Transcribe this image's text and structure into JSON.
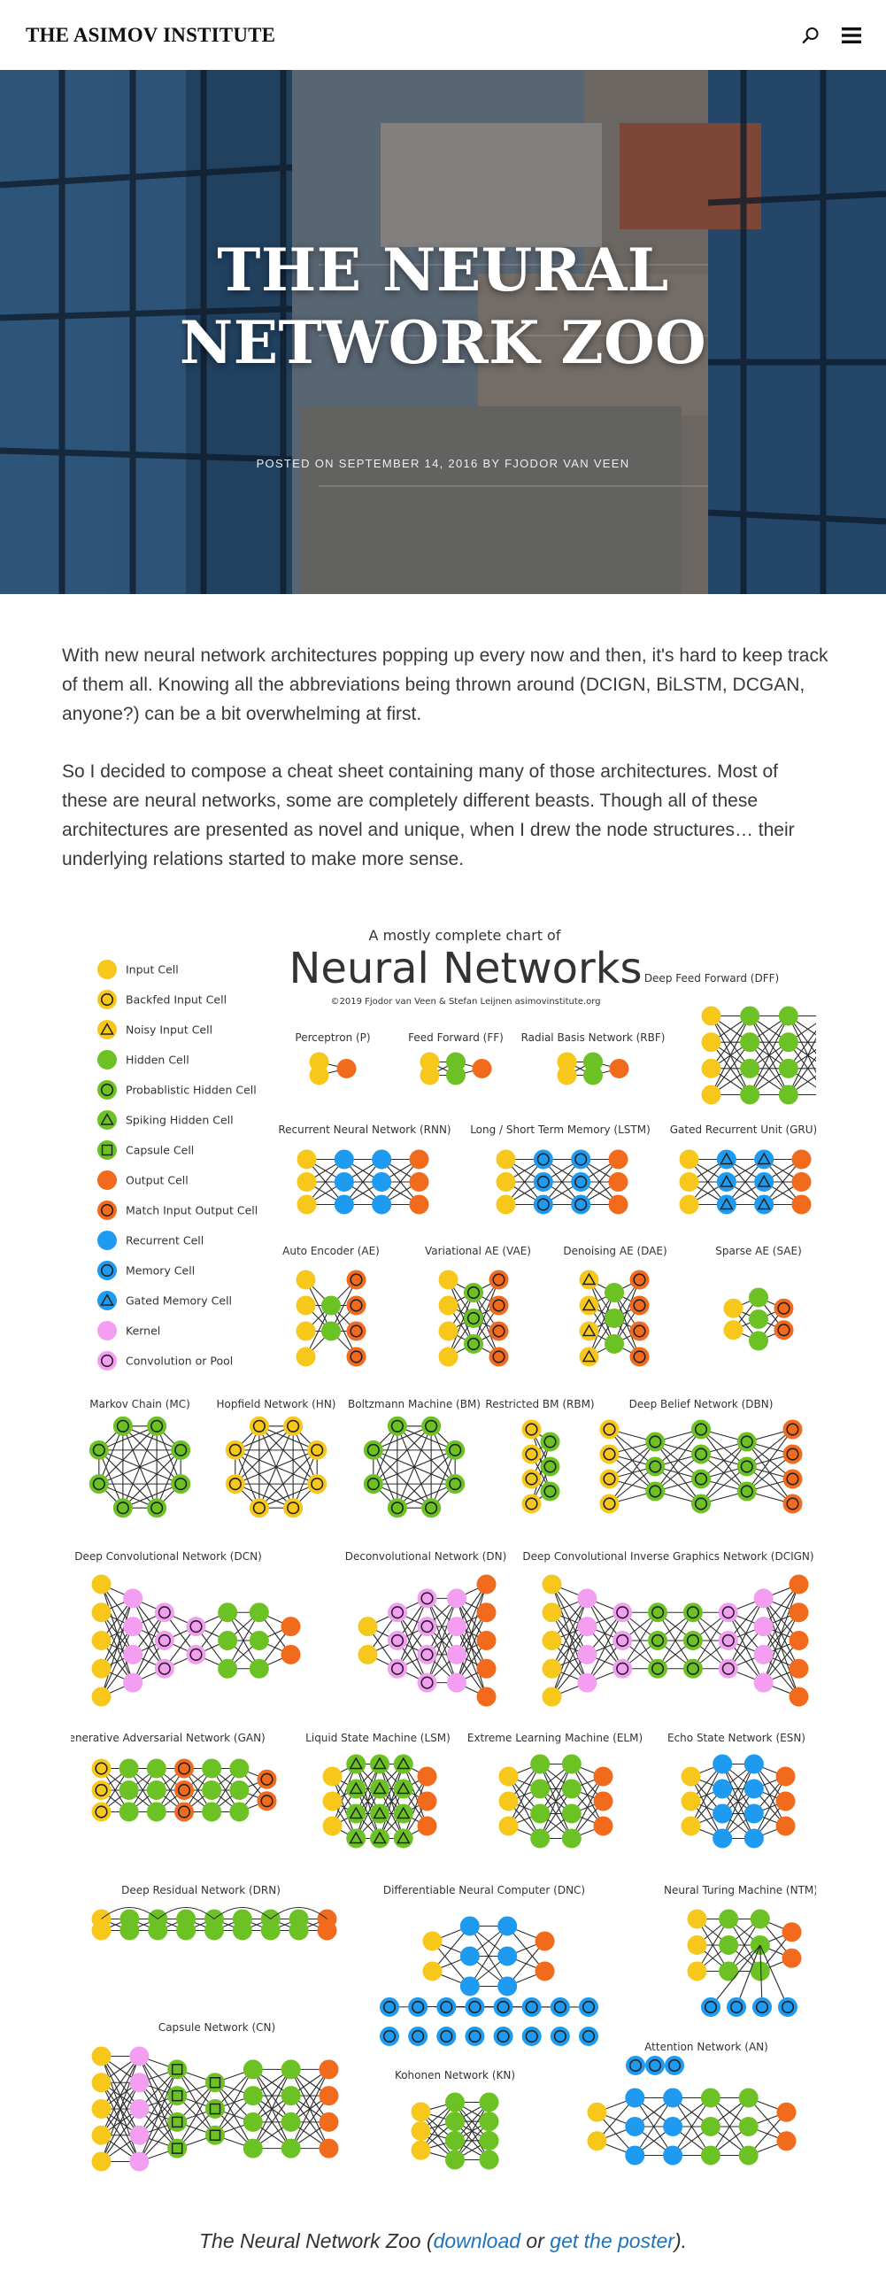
{
  "header": {
    "site_title": "THE ASIMOV INSTITUTE",
    "icons": [
      "search-icon",
      "menu-icon"
    ]
  },
  "hero": {
    "title": "THE NEURAL NETWORK ZOO",
    "meta": "POSTED ON SEPTEMBER 14, 2016 BY FJODOR VAN VEEN"
  },
  "article": {
    "paragraphs": [
      "With new neural network architectures popping up every now and then, it's hard to keep track of them all. Knowing all the abbreviations being thrown around (DCIGN, BiLSTM, DCGAN, anyone?) can be a bit overwhelming at first.",
      "So I decided to compose a cheat sheet containing many of those architectures. Most of these are neural networks, some are completely different beasts. Though all of these architectures are presented as novel and unique, when I drew the node structures… their underlying relations started to make more sense."
    ]
  },
  "figure": {
    "subtitle": "A mostly complete chart of",
    "title": "Neural Networks",
    "credit": "©2019 Fjodor van Veen & Stefan Leijnen    asimovinstitute.org",
    "legend": [
      {
        "label": "Input Cell",
        "fill": "#f7c71c",
        "mark": "none"
      },
      {
        "label": "Backfed Input Cell",
        "fill": "#f7c71c",
        "mark": "ring"
      },
      {
        "label": "Noisy Input Cell",
        "fill": "#f7c71c",
        "mark": "triangle"
      },
      {
        "label": "Hidden Cell",
        "fill": "#6cc224",
        "mark": "none"
      },
      {
        "label": "Probablistic Hidden Cell",
        "fill": "#6cc224",
        "mark": "ring"
      },
      {
        "label": "Spiking Hidden Cell",
        "fill": "#6cc224",
        "mark": "triangle"
      },
      {
        "label": "Capsule Cell",
        "fill": "#6cc224",
        "mark": "square"
      },
      {
        "label": "Output Cell",
        "fill": "#f26b1d",
        "mark": "none"
      },
      {
        "label": "Match Input Output Cell",
        "fill": "#f26b1d",
        "mark": "ring"
      },
      {
        "label": "Recurrent Cell",
        "fill": "#1e9bf0",
        "mark": "none"
      },
      {
        "label": "Memory Cell",
        "fill": "#1e9bf0",
        "mark": "ring"
      },
      {
        "label": "Gated Memory Cell",
        "fill": "#1e9bf0",
        "mark": "triangle"
      },
      {
        "label": "Kernel",
        "fill": "#f49ef2",
        "mark": "none"
      },
      {
        "label": "Convolution or Pool",
        "fill": "#f49ef2",
        "mark": "ring"
      }
    ],
    "networks": [
      {
        "name": "Deep Feed Forward (DFF)",
        "layers": [
          {
            "n": 4,
            "fill": "#f7c71c",
            "mark": "none"
          },
          {
            "n": 4,
            "fill": "#6cc224",
            "mark": "none"
          },
          {
            "n": 4,
            "fill": "#6cc224",
            "mark": "none"
          },
          {
            "n": 4,
            "fill": "#f26b1d",
            "mark": "none"
          }
        ]
      },
      {
        "name": "Perceptron (P)",
        "layers": [
          {
            "n": 2,
            "fill": "#f7c71c",
            "mark": "none"
          },
          {
            "n": 1,
            "fill": "#f26b1d",
            "mark": "none"
          }
        ]
      },
      {
        "name": "Feed Forward (FF)",
        "layers": [
          {
            "n": 2,
            "fill": "#f7c71c",
            "mark": "none"
          },
          {
            "n": 2,
            "fill": "#6cc224",
            "mark": "none"
          },
          {
            "n": 1,
            "fill": "#f26b1d",
            "mark": "none"
          }
        ]
      },
      {
        "name": "Radial Basis Network (RBF)",
        "layers": [
          {
            "n": 2,
            "fill": "#f7c71c",
            "mark": "none"
          },
          {
            "n": 2,
            "fill": "#6cc224",
            "mark": "none"
          },
          {
            "n": 1,
            "fill": "#f26b1d",
            "mark": "none"
          }
        ]
      },
      {
        "name": "Recurrent Neural Network (RNN)",
        "layers": [
          {
            "n": 3,
            "fill": "#f7c71c",
            "mark": "none"
          },
          {
            "n": 3,
            "fill": "#1e9bf0",
            "mark": "none"
          },
          {
            "n": 3,
            "fill": "#1e9bf0",
            "mark": "none"
          },
          {
            "n": 3,
            "fill": "#f26b1d",
            "mark": "none"
          }
        ]
      },
      {
        "name": "Long / Short Term Memory (LSTM)",
        "layers": [
          {
            "n": 3,
            "fill": "#f7c71c",
            "mark": "none"
          },
          {
            "n": 3,
            "fill": "#1e9bf0",
            "mark": "ring"
          },
          {
            "n": 3,
            "fill": "#1e9bf0",
            "mark": "ring"
          },
          {
            "n": 3,
            "fill": "#f26b1d",
            "mark": "none"
          }
        ]
      },
      {
        "name": "Gated Recurrent Unit (GRU)",
        "layers": [
          {
            "n": 3,
            "fill": "#f7c71c",
            "mark": "none"
          },
          {
            "n": 3,
            "fill": "#1e9bf0",
            "mark": "triangle"
          },
          {
            "n": 3,
            "fill": "#1e9bf0",
            "mark": "triangle"
          },
          {
            "n": 3,
            "fill": "#f26b1d",
            "mark": "none"
          }
        ]
      },
      {
        "name": "Auto Encoder (AE)",
        "layers": [
          {
            "n": 4,
            "fill": "#f7c71c",
            "mark": "none"
          },
          {
            "n": 2,
            "fill": "#6cc224",
            "mark": "none"
          },
          {
            "n": 4,
            "fill": "#f26b1d",
            "mark": "ring"
          }
        ]
      },
      {
        "name": "Variational AE (VAE)",
        "layers": [
          {
            "n": 4,
            "fill": "#f7c71c",
            "mark": "none"
          },
          {
            "n": 3,
            "fill": "#6cc224",
            "mark": "ring"
          },
          {
            "n": 4,
            "fill": "#f26b1d",
            "mark": "ring"
          }
        ]
      },
      {
        "name": "Denoising AE (DAE)",
        "layers": [
          {
            "n": 4,
            "fill": "#f7c71c",
            "mark": "triangle"
          },
          {
            "n": 3,
            "fill": "#6cc224",
            "mark": "none"
          },
          {
            "n": 4,
            "fill": "#f26b1d",
            "mark": "ring"
          }
        ]
      },
      {
        "name": "Sparse AE (SAE)",
        "layers": [
          {
            "n": 2,
            "fill": "#f7c71c",
            "mark": "none"
          },
          {
            "n": 3,
            "fill": "#6cc224",
            "mark": "none"
          },
          {
            "n": 2,
            "fill": "#f26b1d",
            "mark": "ring"
          }
        ]
      },
      {
        "name": "Markov Chain (MC)",
        "ring": {
          "n": 8,
          "fill": "#6cc224",
          "mark": "ring"
        }
      },
      {
        "name": "Hopfield Network (HN)",
        "ring": {
          "n": 8,
          "fill": "#f7c71c",
          "mark": "ring"
        }
      },
      {
        "name": "Boltzmann Machine (BM)",
        "ring": {
          "n": 8,
          "fill": "#6cc224",
          "mark": "ring"
        }
      },
      {
        "name": "Restricted BM (RBM)",
        "layers": [
          {
            "n": 4,
            "fill": "#f7c71c",
            "mark": "ring"
          },
          {
            "n": 3,
            "fill": "#6cc224",
            "mark": "ring"
          }
        ]
      },
      {
        "name": "Deep Belief Network (DBN)",
        "layers": [
          {
            "n": 4,
            "fill": "#f7c71c",
            "mark": "ring"
          },
          {
            "n": 3,
            "fill": "#6cc224",
            "mark": "ring"
          },
          {
            "n": 4,
            "fill": "#6cc224",
            "mark": "ring"
          },
          {
            "n": 3,
            "fill": "#6cc224",
            "mark": "ring"
          },
          {
            "n": 4,
            "fill": "#f26b1d",
            "mark": "ring"
          }
        ]
      },
      {
        "name": "Deep Convolutional Network (DCN)",
        "layers": [
          {
            "n": 5,
            "fill": "#f7c71c",
            "mark": "none"
          },
          {
            "n": 4,
            "fill": "#f49ef2",
            "mark": "none"
          },
          {
            "n": 3,
            "fill": "#f49ef2",
            "mark": "ring"
          },
          {
            "n": 2,
            "fill": "#f49ef2",
            "mark": "ring"
          },
          {
            "n": 3,
            "fill": "#6cc224",
            "mark": "none"
          },
          {
            "n": 3,
            "fill": "#6cc224",
            "mark": "none"
          },
          {
            "n": 2,
            "fill": "#f26b1d",
            "mark": "none"
          }
        ]
      },
      {
        "name": "Deconvolutional Network (DN)",
        "layers": [
          {
            "n": 2,
            "fill": "#f7c71c",
            "mark": "none"
          },
          {
            "n": 3,
            "fill": "#f49ef2",
            "mark": "ring"
          },
          {
            "n": 4,
            "fill": "#f49ef2",
            "mark": "ring"
          },
          {
            "n": 4,
            "fill": "#f49ef2",
            "mark": "none"
          },
          {
            "n": 5,
            "fill": "#f26b1d",
            "mark": "none"
          }
        ]
      },
      {
        "name": "Deep Convolutional Inverse Graphics Network (DCIGN)",
        "layers": [
          {
            "n": 5,
            "fill": "#f7c71c",
            "mark": "none"
          },
          {
            "n": 4,
            "fill": "#f49ef2",
            "mark": "none"
          },
          {
            "n": 3,
            "fill": "#f49ef2",
            "mark": "ring"
          },
          {
            "n": 3,
            "fill": "#6cc224",
            "mark": "ring"
          },
          {
            "n": 3,
            "fill": "#6cc224",
            "mark": "ring"
          },
          {
            "n": 3,
            "fill": "#f49ef2",
            "mark": "ring"
          },
          {
            "n": 4,
            "fill": "#f49ef2",
            "mark": "none"
          },
          {
            "n": 5,
            "fill": "#f26b1d",
            "mark": "none"
          }
        ]
      },
      {
        "name": "Generative Adversarial Network (GAN)",
        "layers": [
          {
            "n": 3,
            "fill": "#f7c71c",
            "mark": "ring"
          },
          {
            "n": 3,
            "fill": "#6cc224",
            "mark": "none"
          },
          {
            "n": 3,
            "fill": "#6cc224",
            "mark": "none"
          },
          {
            "n": 3,
            "fill": "#f26b1d",
            "mark": "ring"
          },
          {
            "n": 3,
            "fill": "#6cc224",
            "mark": "none"
          },
          {
            "n": 3,
            "fill": "#6cc224",
            "mark": "none"
          },
          {
            "n": 2,
            "fill": "#f26b1d",
            "mark": "ring"
          }
        ]
      },
      {
        "name": "Liquid State Machine (LSM)",
        "layers": [
          {
            "n": 3,
            "fill": "#f7c71c",
            "mark": "none"
          },
          {
            "n": 4,
            "fill": "#6cc224",
            "mark": "triangle"
          },
          {
            "n": 4,
            "fill": "#6cc224",
            "mark": "triangle"
          },
          {
            "n": 4,
            "fill": "#6cc224",
            "mark": "triangle"
          },
          {
            "n": 3,
            "fill": "#f26b1d",
            "mark": "none"
          }
        ]
      },
      {
        "name": "Extreme Learning Machine (ELM)",
        "layers": [
          {
            "n": 3,
            "fill": "#f7c71c",
            "mark": "none"
          },
          {
            "n": 4,
            "fill": "#6cc224",
            "mark": "none"
          },
          {
            "n": 4,
            "fill": "#6cc224",
            "mark": "none"
          },
          {
            "n": 3,
            "fill": "#f26b1d",
            "mark": "none"
          }
        ]
      },
      {
        "name": "Echo State Network (ESN)",
        "layers": [
          {
            "n": 3,
            "fill": "#f7c71c",
            "mark": "none"
          },
          {
            "n": 4,
            "fill": "#1e9bf0",
            "mark": "none"
          },
          {
            "n": 4,
            "fill": "#1e9bf0",
            "mark": "none"
          },
          {
            "n": 3,
            "fill": "#f26b1d",
            "mark": "none"
          }
        ]
      },
      {
        "name": "Deep Residual Network (DRN)",
        "layers": [
          {
            "n": 2,
            "fill": "#f7c71c",
            "mark": "none"
          },
          {
            "n": 2,
            "fill": "#6cc224",
            "mark": "none"
          },
          {
            "n": 2,
            "fill": "#6cc224",
            "mark": "none"
          },
          {
            "n": 2,
            "fill": "#6cc224",
            "mark": "none"
          },
          {
            "n": 2,
            "fill": "#6cc224",
            "mark": "none"
          },
          {
            "n": 2,
            "fill": "#6cc224",
            "mark": "none"
          },
          {
            "n": 2,
            "fill": "#6cc224",
            "mark": "none"
          },
          {
            "n": 2,
            "fill": "#6cc224",
            "mark": "none"
          },
          {
            "n": 2,
            "fill": "#f26b1d",
            "mark": "none"
          }
        ]
      },
      {
        "name": "Differentiable Neural Computer (DNC)",
        "layers": [
          {
            "n": 2,
            "fill": "#f7c71c",
            "mark": "none"
          },
          {
            "n": 3,
            "fill": "#1e9bf0",
            "mark": "none"
          },
          {
            "n": 3,
            "fill": "#1e9bf0",
            "mark": "none"
          },
          {
            "n": 2,
            "fill": "#f26b1d",
            "mark": "none"
          }
        ],
        "memory": {
          "n": 8,
          "fill": "#1e9bf0",
          "mark": "ring"
        }
      },
      {
        "name": "Neural Turing Machine (NTM)",
        "layers": [
          {
            "n": 3,
            "fill": "#f7c71c",
            "mark": "none"
          },
          {
            "n": 3,
            "fill": "#6cc224",
            "mark": "none"
          },
          {
            "n": 3,
            "fill": "#6cc224",
            "mark": "none"
          },
          {
            "n": 2,
            "fill": "#f26b1d",
            "mark": "none"
          }
        ],
        "memory": {
          "n": 4,
          "fill": "#1e9bf0",
          "mark": "ring"
        }
      },
      {
        "name": "Capsule Network (CN)",
        "layers": [
          {
            "n": 5,
            "fill": "#f7c71c",
            "mark": "none"
          },
          {
            "n": 5,
            "fill": "#f49ef2",
            "mark": "none"
          },
          {
            "n": 4,
            "fill": "#6cc224",
            "mark": "square"
          },
          {
            "n": 3,
            "fill": "#6cc224",
            "mark": "square"
          },
          {
            "n": 4,
            "fill": "#6cc224",
            "mark": "none"
          },
          {
            "n": 4,
            "fill": "#6cc224",
            "mark": "none"
          },
          {
            "n": 4,
            "fill": "#f26b1d",
            "mark": "none"
          }
        ]
      },
      {
        "name": "Kohonen Network (KN)",
        "layers": [
          {
            "n": 3,
            "fill": "#f7c71c",
            "mark": "none"
          },
          {
            "n": 4,
            "fill": "#6cc224",
            "mark": "none"
          },
          {
            "n": 4,
            "fill": "#6cc224",
            "mark": "none"
          }
        ]
      },
      {
        "name": "Attention Network (AN)",
        "layers": [
          {
            "n": 2,
            "fill": "#f7c71c",
            "mark": "none"
          },
          {
            "n": 3,
            "fill": "#1e9bf0",
            "mark": "none"
          },
          {
            "n": 3,
            "fill": "#1e9bf0",
            "mark": "none"
          },
          {
            "n": 3,
            "fill": "#6cc224",
            "mark": "none"
          },
          {
            "n": 3,
            "fill": "#6cc224",
            "mark": "none"
          },
          {
            "n": 2,
            "fill": "#f26b1d",
            "mark": "none"
          }
        ],
        "memory": {
          "n": 3,
          "fill": "#1e9bf0",
          "mark": "ring"
        }
      }
    ]
  },
  "caption": {
    "prefix": "The Neural Network Zoo (",
    "download": "download",
    "or": " or ",
    "poster": "get the poster",
    "suffix": ")."
  },
  "colors": {
    "input": "#f7c71c",
    "hidden": "#6cc224",
    "output": "#f26b1d",
    "recurrent": "#1e9bf0",
    "kernel": "#f49ef2",
    "link": "#1e73be"
  }
}
